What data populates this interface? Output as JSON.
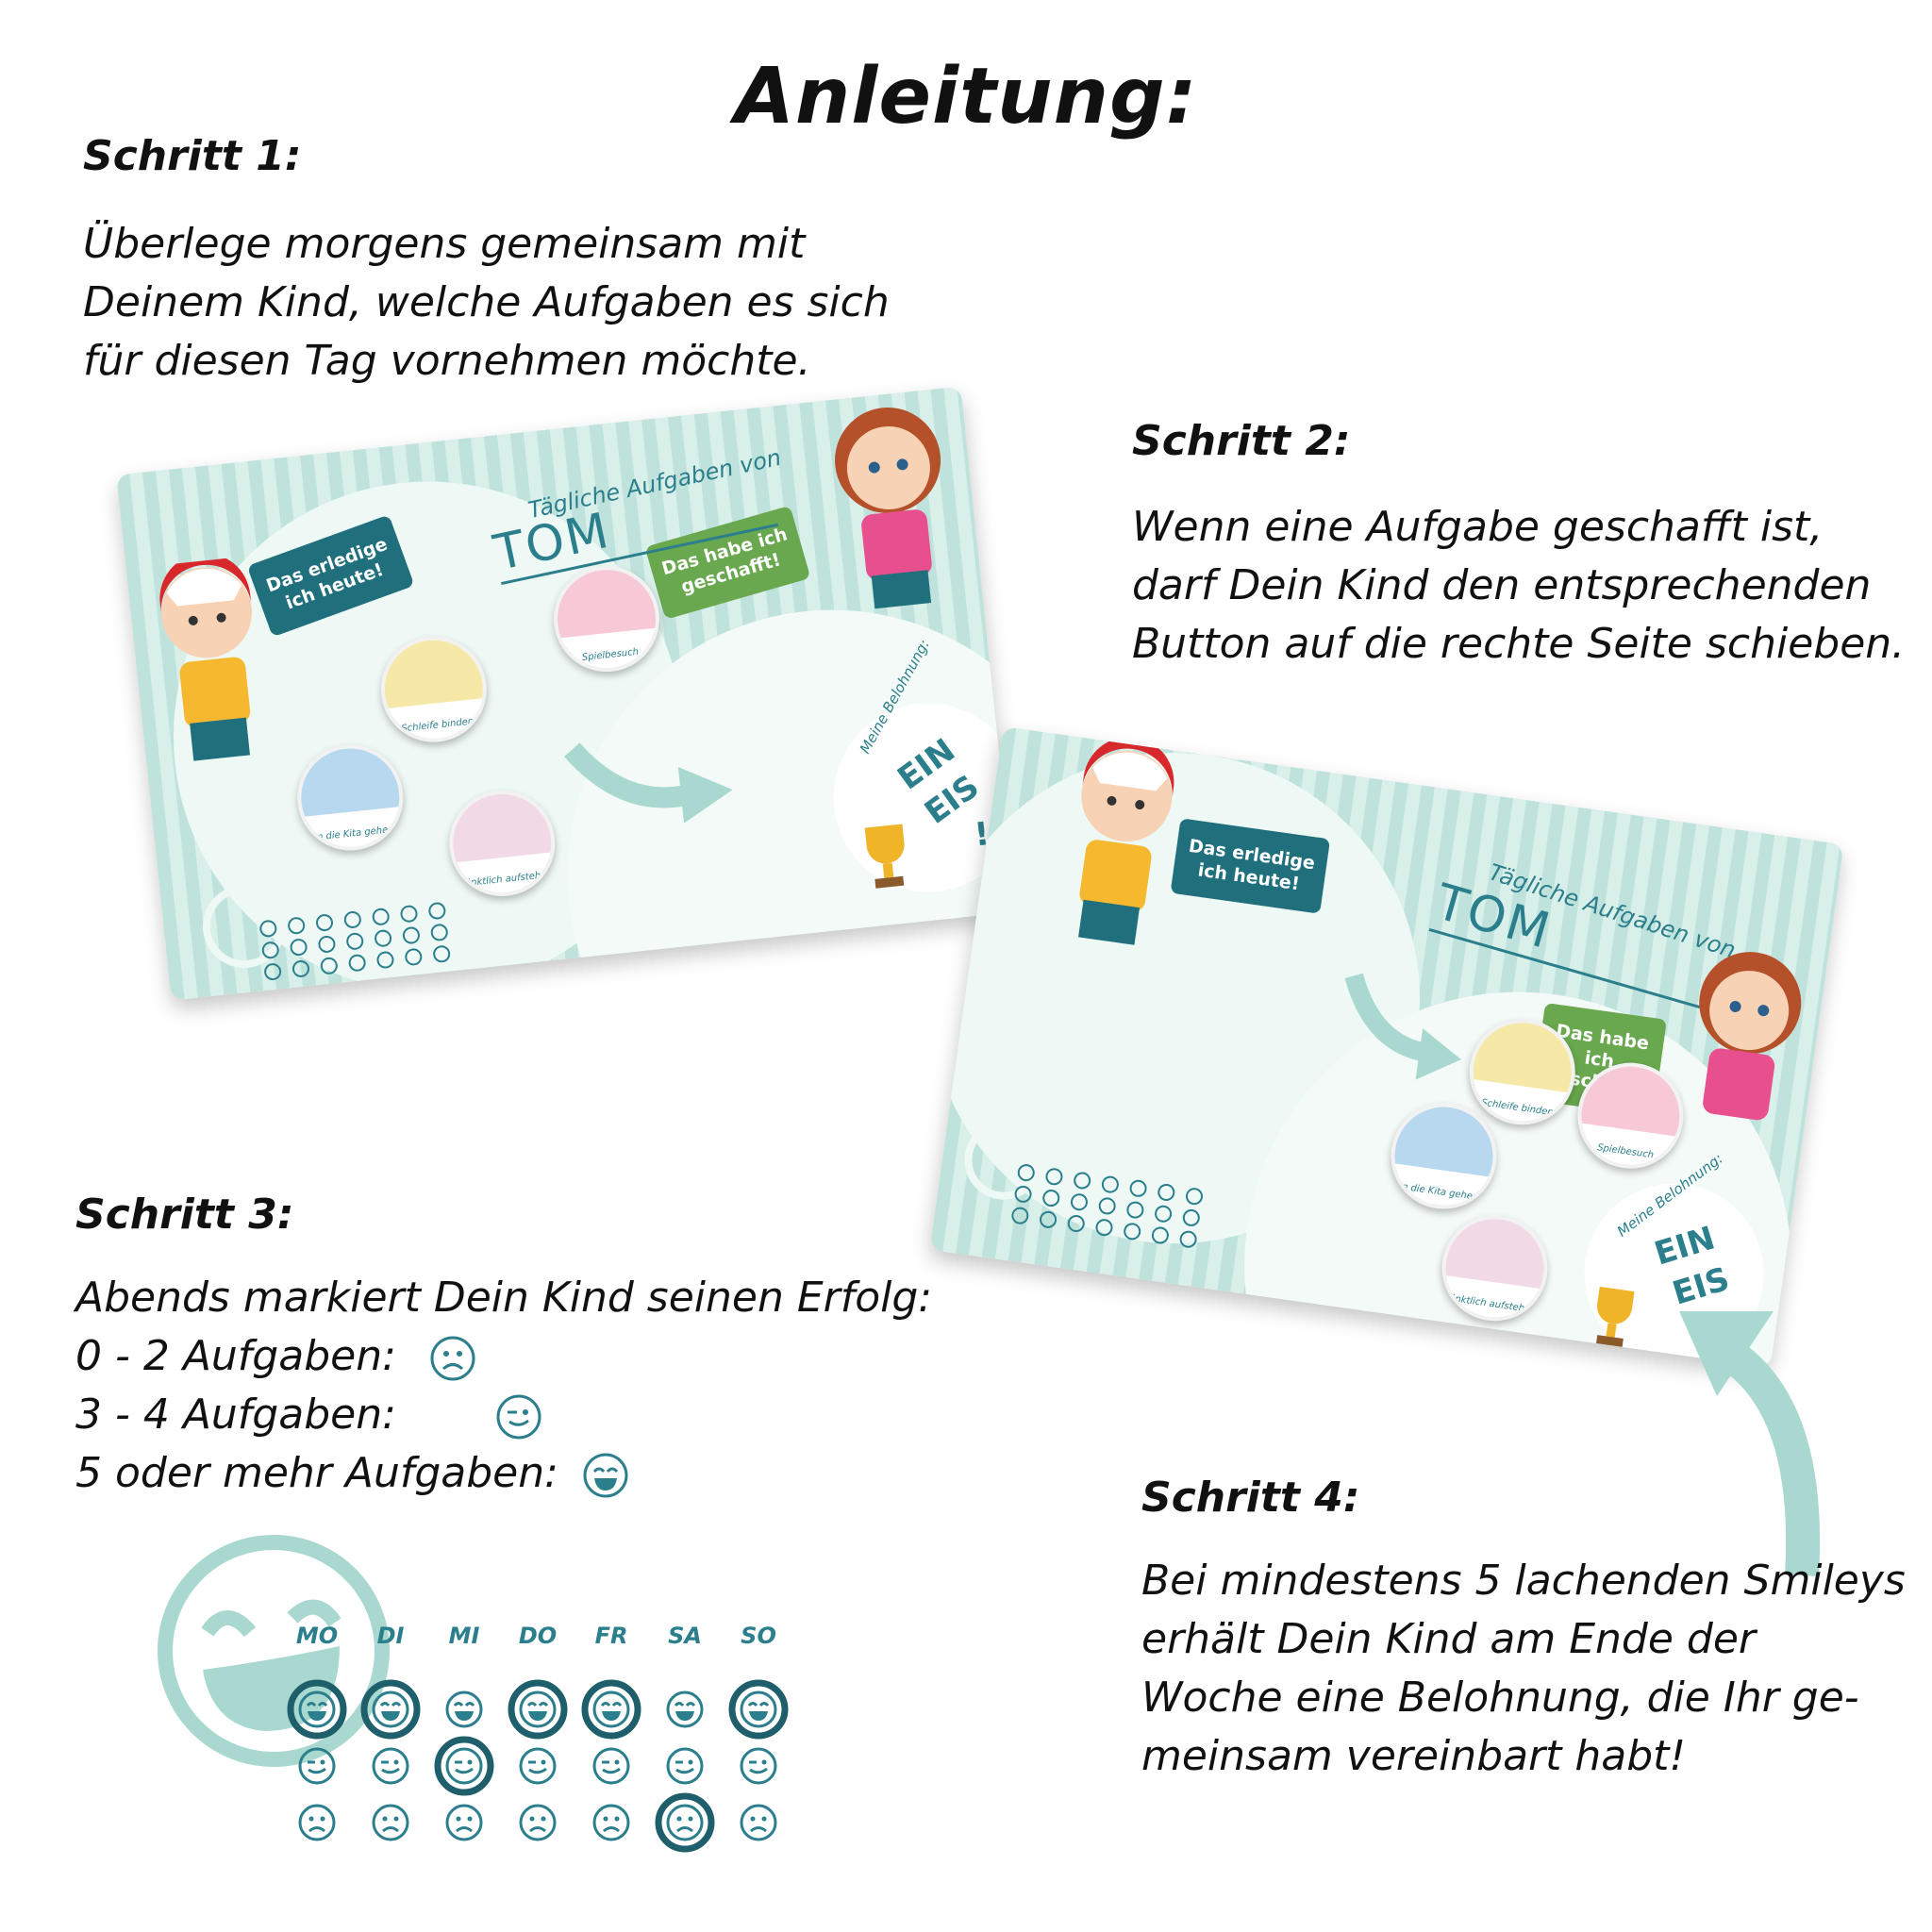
{
  "title": "Anleitung:",
  "steps": [
    {
      "title": "Schritt 1:",
      "lines": [
        "Überlege morgens gemeinsam mit",
        "Deinem Kind, welche Aufgaben es sich",
        "für diesen Tag vornehmen möchte."
      ]
    },
    {
      "title": "Schritt 2:",
      "lines": [
        "Wenn eine Aufgabe geschafft ist,",
        "darf Dein Kind den entsprechenden",
        "Button auf die rechte Seite schieben."
      ]
    },
    {
      "title": "Schritt 3:",
      "lines": [
        "Abends markiert Dein Kind seinen Erfolg:"
      ],
      "legend": [
        {
          "text": "0 - 2 Aufgaben:",
          "face": "sad-face-icon"
        },
        {
          "text": "3 - 4 Aufgaben:",
          "face": "wink-face-icon"
        },
        {
          "text": "5 oder mehr Aufgaben:",
          "face": "laugh-face-icon"
        }
      ]
    },
    {
      "title": "Schritt 4:",
      "lines": [
        "Bei mindestens 5 lachenden Smileys",
        "erhält Dein Kind am Ende der",
        "Woche eine Belohnung, die Ihr ge-",
        "meinsam vereinbart habt!"
      ]
    }
  ],
  "board": {
    "header": "Tägliche Aufgaben von",
    "name": "TOM",
    "todo_sign": "Das erledige ich heute!",
    "done_sign": "Das habe ich geschafft!",
    "reward_label": "Meine Belohnung:",
    "reward_line1": "EIN",
    "reward_line2": "EIS",
    "reward_mark": "!",
    "tasks": [
      "Spielbesuch",
      "Schleife binden",
      "In die Kita gehen",
      "Pünktlich aufstehen"
    ]
  },
  "tracker": {
    "days": [
      "MO",
      "DI",
      "MI",
      "DO",
      "FR",
      "SA",
      "SO"
    ],
    "rows": [
      "laugh",
      "wink",
      "sad"
    ],
    "circled": [
      "0-0",
      "0-1",
      "1-2",
      "0-3",
      "0-4",
      "2-5",
      "0-6"
    ]
  },
  "colors": {
    "teal": "#2b7f8c",
    "mint": "#bfe3dc",
    "green": "#6aa84f",
    "arrow": "#a9d8d0"
  }
}
